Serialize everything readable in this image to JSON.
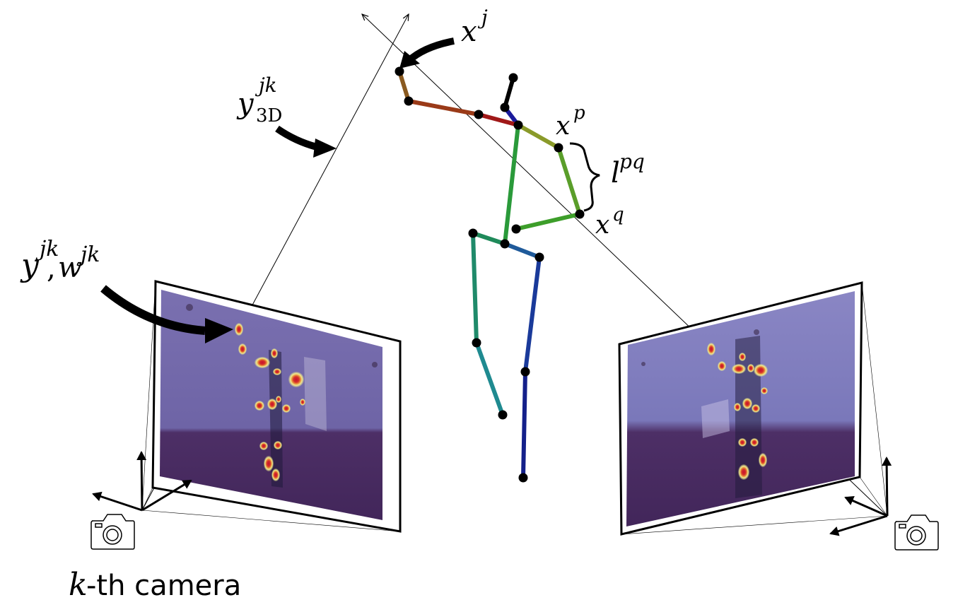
{
  "labels": {
    "x_j_base": "x",
    "x_j_sup": "j",
    "y3d_base": "y",
    "y3d_sup": "jk",
    "y3d_sub": "3D",
    "x_p_base": "x",
    "x_p_sup": "p",
    "x_q_base": "x",
    "x_q_sup": "q",
    "l_pq_base": "l",
    "l_pq_sup": "pq",
    "y_jk_base": "y",
    "y_jk_sup": "jk",
    "y_jk_sep": ",",
    "w_jk_base": "w",
    "w_jk_sup": "jk",
    "camera_k_var": "k",
    "camera_k_text": "-th camera"
  },
  "colors": {
    "frame_tint": "#6e5fa0",
    "floor": "#4a2a5e",
    "heat_outer": "#f0ea8c",
    "heat_mid": "#e88a3a",
    "heat_core": "#c8102e",
    "skeleton": {
      "head": "#000000",
      "neck": "#1a1a9c",
      "r_upper_arm": "#8a9a2a",
      "r_forearm": "#5a9e2a",
      "r_hand": "#3d9e2a",
      "l_upper_arm": "#a01818",
      "l_forearm": "#9a3a18",
      "l_hand": "#8a5a20",
      "spine": "#2a9a3a",
      "l_hip": "#1f8a5a",
      "l_thigh": "#1f8a6a",
      "l_shin": "#1f8a90",
      "r_hip": "#1f5a9a",
      "r_thigh": "#1a3a9a",
      "r_shin": "#14208a"
    }
  }
}
